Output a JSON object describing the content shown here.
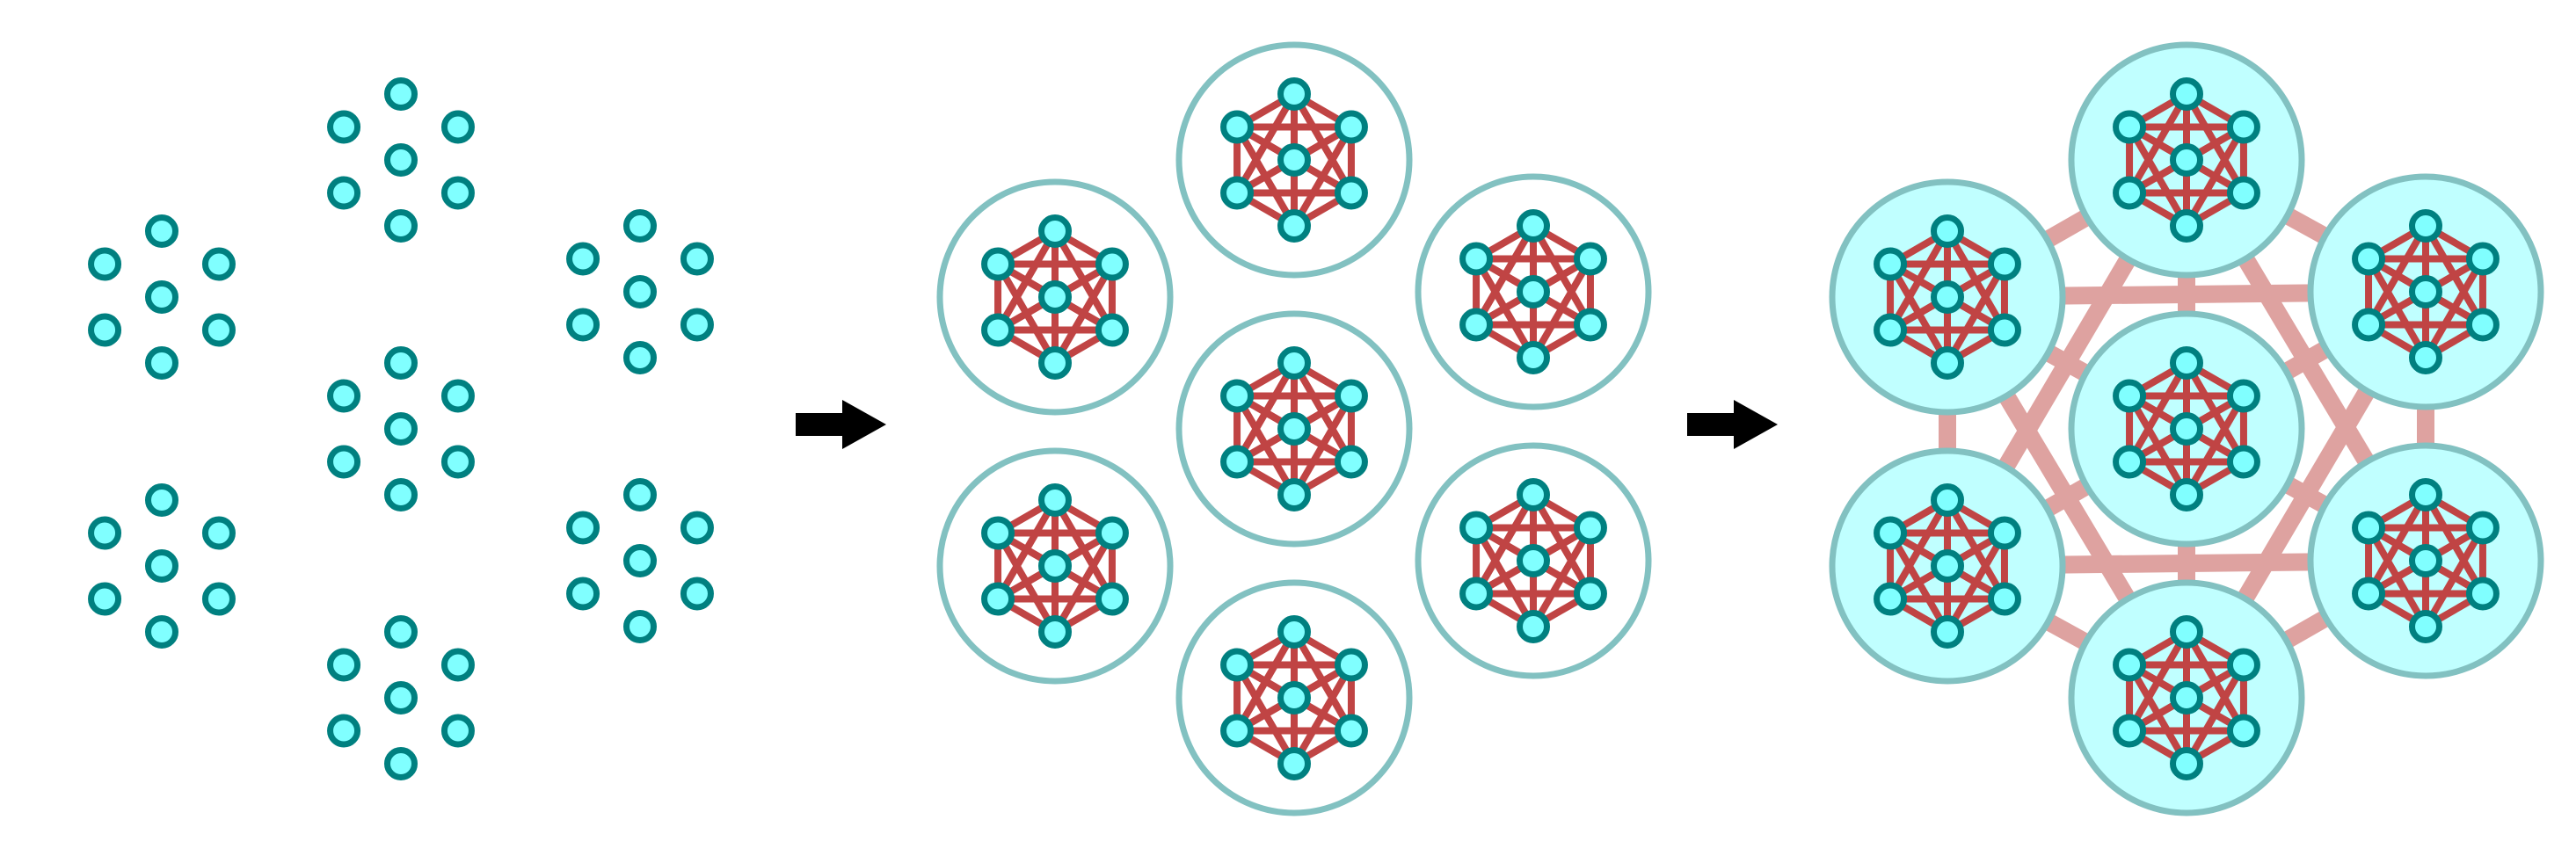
{
  "diagram": {
    "stages": [
      {
        "id": "nodes",
        "clustered": false,
        "intra_edges": false,
        "inter_edges": false
      },
      {
        "id": "intra-cluster",
        "clustered": true,
        "intra_edges": true,
        "inter_edges": false
      },
      {
        "id": "inter-cluster",
        "clustered": true,
        "intra_edges": true,
        "inter_edges": true
      }
    ],
    "cluster_count": 7,
    "nodes_per_cluster": 7,
    "colors": {
      "node_fill": "#80ffff",
      "node_stroke": "#008080",
      "intra_edge": "#c04444",
      "inter_edge": "#dea2a0",
      "cluster_stroke": "#82c1c1",
      "cluster_fill_plain": "#ffffff",
      "cluster_fill_highlight": "#c0ffff",
      "arrow": "#000000"
    }
  }
}
